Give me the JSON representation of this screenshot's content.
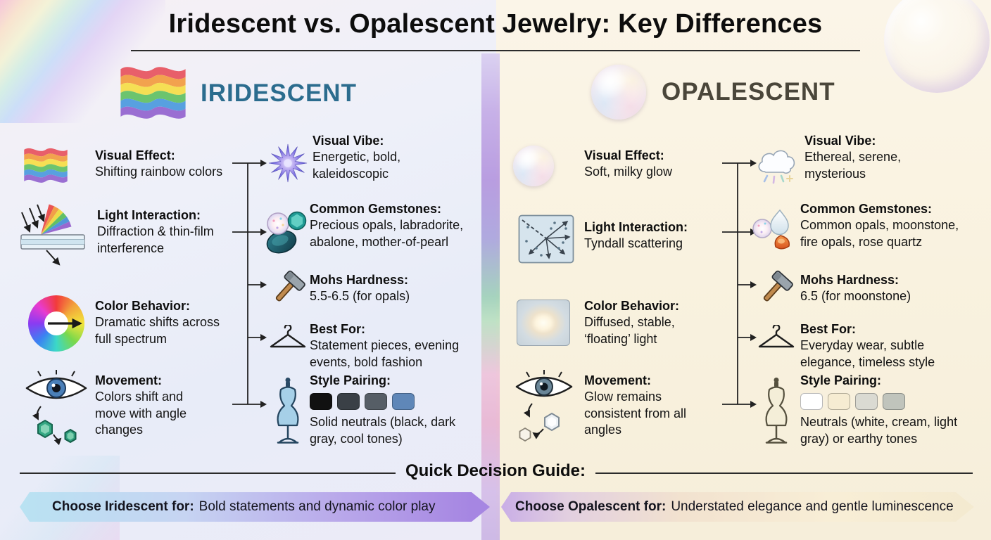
{
  "title": "Iridescent vs. Opalescent Jewelry: Key Differences",
  "iridescent": {
    "heading": "IRIDESCENT",
    "heading_color": "#2b6c8e",
    "header_icon": "rainbow-flag-icon",
    "attributes": [
      {
        "icon": "rainbow-flag-icon",
        "label": "Visual Effect:",
        "desc": "Shifting rainbow colors"
      },
      {
        "icon": "prism-diffraction-icon",
        "label": "Light Interaction:",
        "desc": "Diffraction & thin-film interference"
      },
      {
        "icon": "color-wheel-icon",
        "label": "Color Behavior:",
        "desc": "Dramatic shifts across full spectrum"
      },
      {
        "icon": "eye-gems-icon",
        "label": "Movement:",
        "desc": "Colors shift and move with angle changes"
      }
    ],
    "details": [
      {
        "icon": "starburst-icon",
        "label": "Visual Vibe:",
        "desc": "Energetic, bold, kaleidoscopic"
      },
      {
        "icon": "opal-gems-icon",
        "label": "Common Gemstones:",
        "desc": "Precious opals, labradorite, abalone, mother-of-pearl"
      },
      {
        "icon": "hammer-icon",
        "label": "Mohs Hardness:",
        "desc": "5.5-6.5 (for opals)"
      },
      {
        "icon": "hanger-icon",
        "label": "Best For:",
        "desc": "Statement pieces, evening events, bold fashion"
      },
      {
        "icon": "dress-form-icon",
        "label": "Style Pairing:",
        "desc": "Solid neutrals (black, dark gray, cool tones)",
        "swatches": [
          "#111111",
          "#3a4046",
          "#565e66",
          "#5f87b8"
        ]
      }
    ]
  },
  "opalescent": {
    "heading": "OPALESCENT",
    "heading_color": "#4a463a",
    "header_icon": "pearl-icon",
    "attributes": [
      {
        "icon": "pearl-icon",
        "label": "Visual Effect:",
        "desc": "Soft, milky glow"
      },
      {
        "icon": "tyndall-scattering-icon",
        "label": "Light Interaction:",
        "desc": "Tyndall scattering"
      },
      {
        "icon": "diffused-glow-icon",
        "label": "Color Behavior:",
        "desc": "Diffused, stable, ‘floating’ light"
      },
      {
        "icon": "eye-gem-icon",
        "label": "Movement:",
        "desc": "Glow remains consistent from all angles"
      }
    ],
    "details": [
      {
        "icon": "cloud-rays-icon",
        "label": "Visual Vibe:",
        "desc": "Ethereal, serene, mysterious"
      },
      {
        "icon": "opal-moonstone-icon",
        "label": "Common Gemstones:",
        "desc": "Common opals, moonstone, fire opals, rose quartz"
      },
      {
        "icon": "hammer-icon",
        "label": "Mohs Hardness:",
        "desc": "6.5 (for moonstone)"
      },
      {
        "icon": "hanger-icon",
        "label": "Best For:",
        "desc": "Everyday wear, subtle elegance, timeless style"
      },
      {
        "icon": "dress-form-icon",
        "label": "Style Pairing:",
        "desc": "Neutrals (white, cream, light gray) or earthy tones",
        "swatches": [
          "#ffffff",
          "#f6ecd2",
          "#dadad2",
          "#c0c4bc"
        ]
      }
    ]
  },
  "footer": {
    "guide_title": "Quick Decision Guide:",
    "iridescent_banner": {
      "label": "Choose Iridescent for:",
      "text": "Bold statements and dynamic color play"
    },
    "opalescent_banner": {
      "label": "Choose Opalescent for:",
      "text": "Understated elegance and gentle luminescence"
    }
  }
}
